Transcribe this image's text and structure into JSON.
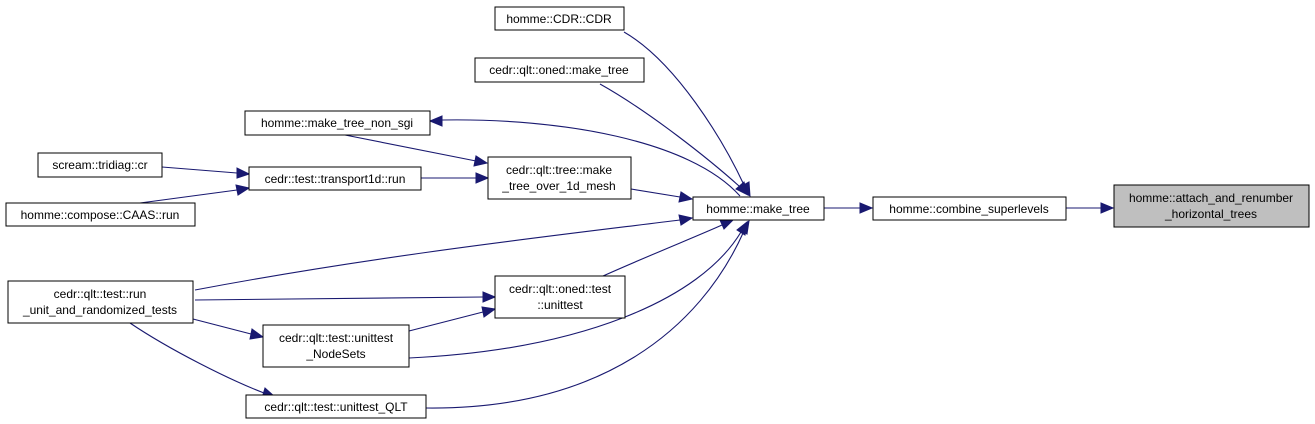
{
  "colors": {
    "edge": "#191970",
    "root_fill": "#bfbfbf",
    "node_fill": "#ffffff",
    "border": "#000000"
  },
  "nodes": {
    "attach_and_renumber": {
      "lines": [
        "homme::attach_and_renumber",
        "_horizontal_trees"
      ]
    },
    "combine_superlevels": {
      "lines": [
        "homme::combine_superlevels"
      ]
    },
    "make_tree": {
      "lines": [
        "homme::make_tree"
      ]
    },
    "cdr_cdr": {
      "lines": [
        "homme::CDR::CDR"
      ]
    },
    "oned_make_tree": {
      "lines": [
        "cedr::qlt::oned::make_tree"
      ]
    },
    "make_tree_non_sgi": {
      "lines": [
        "homme::make_tree_non_sgi"
      ]
    },
    "tree_make_tree_over_1d_mesh": {
      "lines": [
        "cedr::qlt::tree::make",
        "_tree_over_1d_mesh"
      ]
    },
    "transport1d_run": {
      "lines": [
        "cedr::test::transport1d::run"
      ]
    },
    "tridiag_cr": {
      "lines": [
        "scream::tridiag::cr"
      ]
    },
    "caas_run": {
      "lines": [
        "homme::compose::CAAS::run"
      ]
    },
    "run_unit_and_randomized_tests": {
      "lines": [
        "cedr::qlt::test::run",
        "_unit_and_randomized_tests"
      ]
    },
    "oned_test_unittest": {
      "lines": [
        "cedr::qlt::oned::test",
        "::unittest"
      ]
    },
    "unittest_nodesets": {
      "lines": [
        "cedr::qlt::test::unittest",
        "_NodeSets"
      ]
    },
    "unittest_qlt": {
      "lines": [
        "cedr::qlt::test::unittest_QLT"
      ]
    }
  }
}
